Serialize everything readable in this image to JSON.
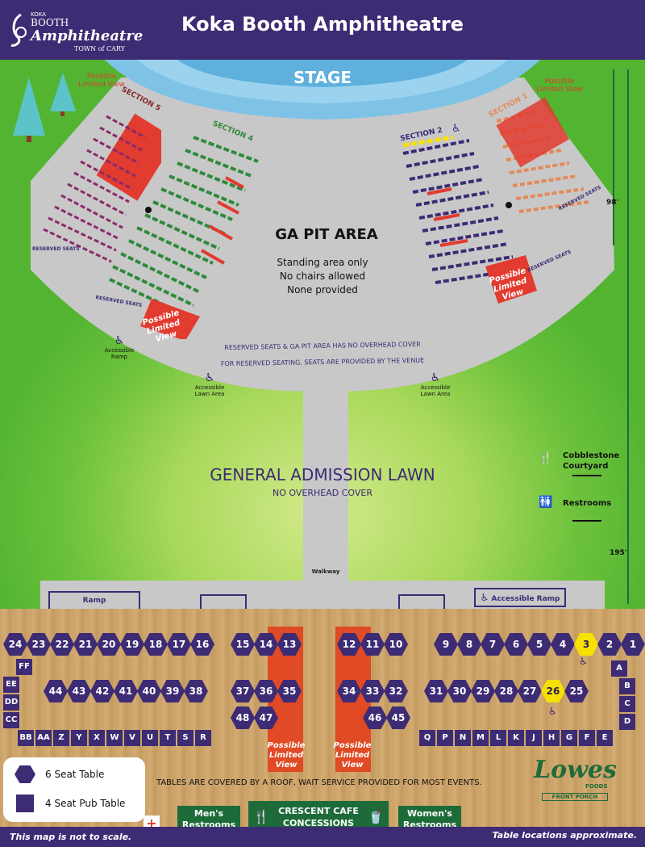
{
  "header": {
    "title": "Koka Booth Amphitheatre",
    "logo_top": "KOKA",
    "logo_mid": "BOOTH",
    "logo_main": "Amphitheatre",
    "logo_sub": "TOWN of CARY"
  },
  "stage": "STAGE",
  "sections": {
    "s1": "SECTION 1",
    "s2": "SECTION 2",
    "s4": "SECTION 4",
    "s5": "SECTION 5"
  },
  "possible_limited_view": "Possible Limited View",
  "reserved_seats": "RESERVED SEATS",
  "ga_pit": {
    "title": "GA PIT AREA",
    "line1": "Standing area only",
    "line2": "No chairs allowed",
    "line3": "None provided"
  },
  "cover_notice": {
    "line1": "RESERVED SEATS & GA PIT AREA HAS  NO OVERHEAD COVER",
    "line2": "FOR RESERVED SEATING, SEATS ARE PROVIDED BY THE VENUE"
  },
  "accessible_ramp": "Accessible Ramp",
  "accessible_lawn": "Accessible Lawn Area",
  "lawn": {
    "title": "GENERAL ADMISSION LAWN",
    "sub": "NO OVERHEAD COVER"
  },
  "walkway": "Walkway",
  "ramp": "Ramp",
  "amenities": {
    "cobblestone": "Cobblestone Courtyard",
    "restrooms": "Restrooms"
  },
  "dimensions": {
    "d98": "98'",
    "d195": "195'"
  },
  "tables": {
    "hex_row1_left": [
      "24",
      "23",
      "22",
      "21",
      "20",
      "19",
      "18",
      "17",
      "16"
    ],
    "hex_row1_mid_left": [
      "15",
      "14",
      "13"
    ],
    "hex_row1_mid_right": [
      "12",
      "11",
      "10"
    ],
    "hex_row1_right": [
      "9",
      "8",
      "7",
      "6",
      "5",
      "4",
      "3",
      "2",
      "1"
    ],
    "hex_row2_left": [
      "44",
      "43",
      "42",
      "41",
      "40",
      "39",
      "38"
    ],
    "hex_row2_mid_left": [
      "37",
      "36",
      "35"
    ],
    "hex_row2_mid_right": [
      "34",
      "33",
      "32"
    ],
    "hex_row2_right": [
      "31",
      "30",
      "29",
      "28",
      "27",
      "26",
      "25"
    ],
    "hex_row3_mid_left": [
      "48",
      "47"
    ],
    "hex_row3_mid_right": [
      "46",
      "45"
    ],
    "sq_left_col": [
      "FF",
      "EE",
      "DD",
      "CC"
    ],
    "sq_left_row": [
      "BB",
      "AA",
      "Z",
      "Y",
      "X",
      "W",
      "V",
      "U",
      "T",
      "S",
      "R"
    ],
    "sq_right_col": [
      "A",
      "B",
      "C",
      "D"
    ],
    "sq_right_row": [
      "Q",
      "P",
      "N",
      "M",
      "L",
      "K",
      "J",
      "H",
      "G",
      "F",
      "E"
    ],
    "highlight": [
      "3",
      "26"
    ]
  },
  "legend": {
    "hex": "6 Seat Table",
    "sq": "4 Seat Pub Table"
  },
  "tables_notice": "TABLES ARE COVERED BY A ROOF, WAIT SERVICE PROVIDED FOR MOST EVENTS.",
  "lowes": {
    "name": "Lowes",
    "foods": "FOODS",
    "porch": "FRONT PORCH"
  },
  "bottom": {
    "mens": "Men's Restrooms",
    "cafe1": "CRESCENT CAFE",
    "cafe2": "CONCESSIONS",
    "womens": "Women's Restrooms"
  },
  "footer": {
    "left": "This map is not to scale.",
    "right": "Table locations approximate."
  },
  "colors": {
    "purple": "#3d2b74",
    "red": "#e04a24",
    "yellow": "#f6e100",
    "green": "#1e6b3a",
    "stage": "#7ec3e6"
  }
}
